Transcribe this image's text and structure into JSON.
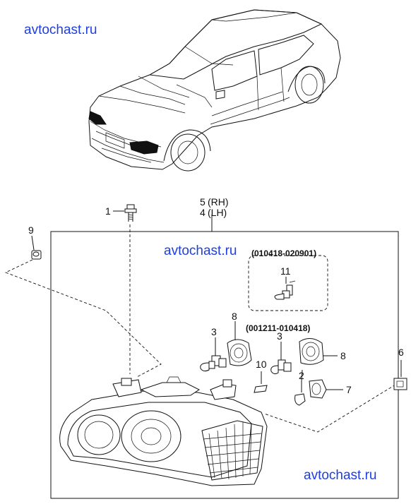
{
  "watermark": "avtochast.ru",
  "callouts": {
    "p1": "1",
    "p2": "2",
    "p3a": "3",
    "p3b": "3",
    "p4": "4",
    "p4_note": "(LH)",
    "p5": "5",
    "p5_note": "(RH)",
    "p6": "6",
    "p7": "7",
    "p8a": "8",
    "p8b": "8",
    "p9": "9",
    "p10": "10",
    "p11": "11"
  },
  "date_codes": {
    "upper": "(010418-020901)",
    "lower": "(001211-010418)"
  }
}
